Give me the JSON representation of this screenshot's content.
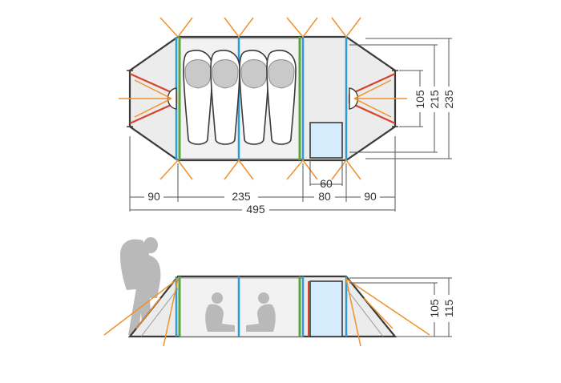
{
  "colors": {
    "background": "#ffffff",
    "tent_fill": "#ececec",
    "outline": "#3a3a3a",
    "pole_blue": "#2e9bd6",
    "pole_green": "#5aa63c",
    "pole_red": "#d8432e",
    "guy_line": "#f0922b",
    "door_fill": "#d4ecfb",
    "dimension_line": "#555555",
    "silhouette": "#b9b9b9"
  },
  "icons": {
    "sleeping_bag": "sleeping-bag-icon",
    "person_sitting": "seated-person-icon",
    "person_standing": "hiker-with-backpack-icon"
  },
  "plan_view": {
    "sleeping_bag_count": 4,
    "widths": {
      "front_vestibule": "90",
      "inner_cabin": "235",
      "door": "60",
      "middle_section": "80",
      "rear_vestibule": "90",
      "total": "495"
    },
    "depths": {
      "vestibule_apex": "105",
      "inner_cabin": "215",
      "overall": "235"
    }
  },
  "side_view": {
    "seated_person_count": 2,
    "heights": {
      "inner": "105",
      "overall": "115"
    }
  }
}
